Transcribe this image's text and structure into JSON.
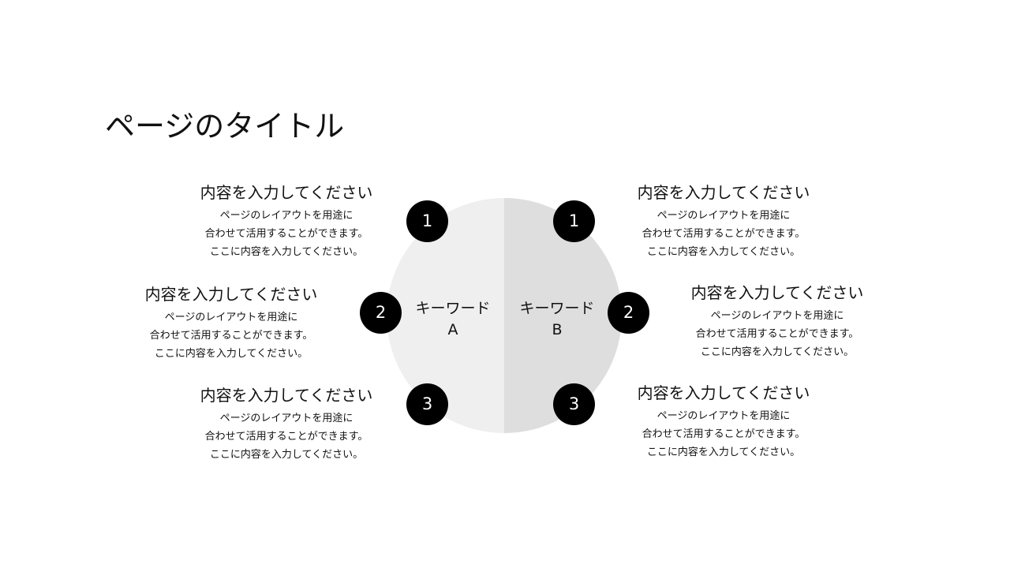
{
  "page": {
    "title": "ページのタイトル"
  },
  "colors": {
    "left_half": "#efefef",
    "right_half": "#dedede",
    "badge": "#000000",
    "badge_text": "#ffffff"
  },
  "keywords": {
    "a": {
      "line1": "キーワード",
      "line2": "A"
    },
    "b": {
      "line1": "キーワード",
      "line2": "B"
    }
  },
  "badges": {
    "left": [
      "1",
      "2",
      "3"
    ],
    "right": [
      "1",
      "2",
      "3"
    ]
  },
  "items": {
    "left": [
      {
        "heading": "内容を入力してください",
        "lines": [
          "ページのレイアウトを用途に",
          "合わせて活用することができます。",
          "ここに内容を入力してください。"
        ]
      },
      {
        "heading": "内容を入力してください",
        "lines": [
          "ページのレイアウトを用途に",
          "合わせて活用することができます。",
          "ここに内容を入力してください。"
        ]
      },
      {
        "heading": "内容を入力してください",
        "lines": [
          "ページのレイアウトを用途に",
          "合わせて活用することができます。",
          "ここに内容を入力してください。"
        ]
      }
    ],
    "right": [
      {
        "heading": "内容を入力してください",
        "lines": [
          "ページのレイアウトを用途に",
          "合わせて活用することができます。",
          "ここに内容を入力してください。"
        ]
      },
      {
        "heading": "内容を入力してください",
        "lines": [
          "ページのレイアウトを用途に",
          "合わせて活用することができます。",
          "ここに内容を入力してください。"
        ]
      },
      {
        "heading": "内容を入力してください",
        "lines": [
          "ページのレイアウトを用途に",
          "合わせて活用することができます。",
          "ここに内容を入力してください。"
        ]
      }
    ]
  }
}
